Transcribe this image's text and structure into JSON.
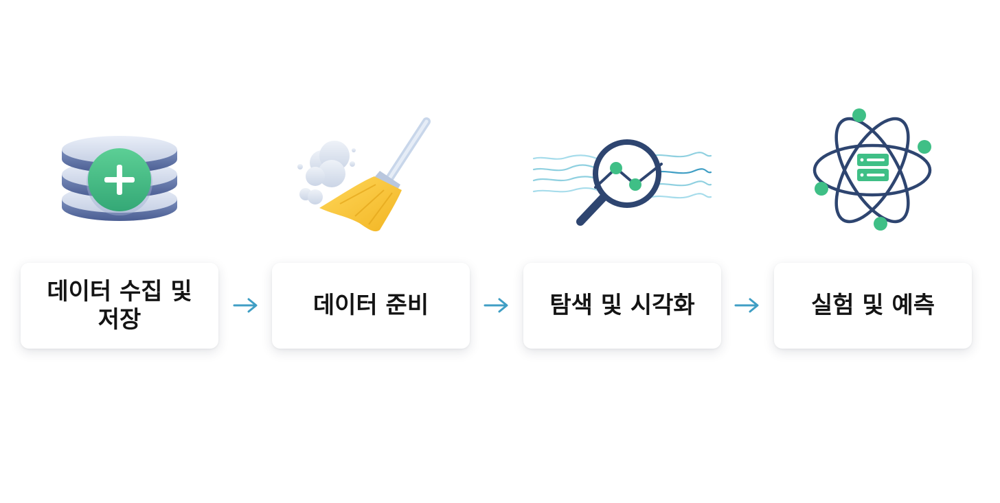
{
  "steps": [
    {
      "label": "데이터 수집 및 저장",
      "icon": "database-add-icon"
    },
    {
      "label": "데이터 준비",
      "icon": "broom-icon"
    },
    {
      "label": "탐색 및 시각화",
      "icon": "magnifier-chart-icon"
    },
    {
      "label": "실험 및 예측",
      "icon": "atom-server-icon"
    }
  ],
  "colors": {
    "navy": "#2e4570",
    "disk_light": "#cfd8ea",
    "green": "#3fbf86",
    "broom_yellow": "#f6c83a",
    "arrow": "#3f9ec4",
    "wave": "#8fd0e0"
  }
}
